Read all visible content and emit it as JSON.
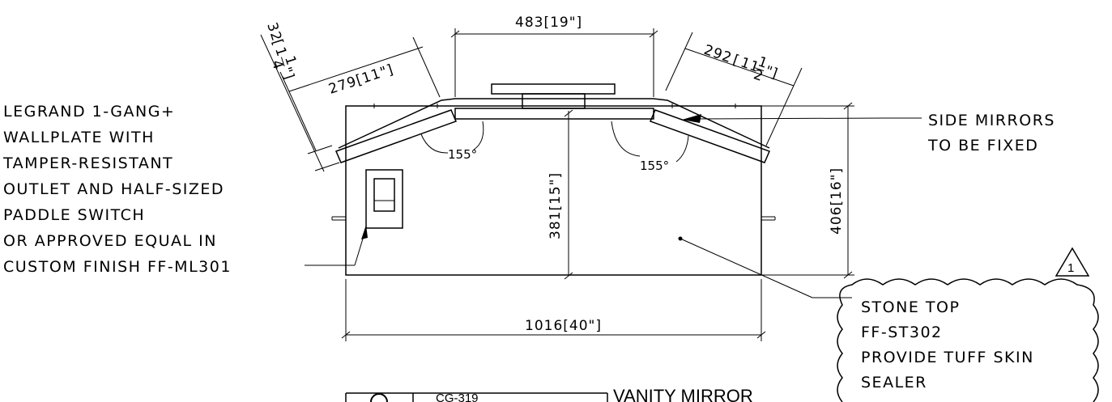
{
  "dimensions": {
    "top_width": "483[19\"]",
    "left_mirror": "279[11\"]",
    "right_mirror_mm": "292",
    "right_mirror_whole": "11",
    "right_mirror_num": "1",
    "right_mirror_den": "2",
    "right_mirror_unit": "\"",
    "edge_mm": "32",
    "edge_whole": "1",
    "edge_num": "1",
    "edge_den": "4",
    "edge_unit": "\"",
    "inner_depth": "381[15\"]",
    "total_depth": "406[16\"]",
    "total_width": "1016[40\"]",
    "angle_left": "155°",
    "angle_right": "155°"
  },
  "notes": {
    "outlet": [
      "LEGRAND 1-GANG+",
      "WALLPLATE WITH",
      "TAMPER-RESISTANT",
      "OUTLET AND HALF-SIZED",
      "PADDLE SWITCH",
      "OR APPROVED EQUAL IN",
      "CUSTOM FINISH FF-ML301"
    ],
    "mirrors": [
      "SIDE MIRRORS",
      "TO BE FIXED"
    ],
    "stone": [
      "STONE TOP",
      "FF-ST302",
      "PROVIDE TUFF SKIN",
      "SEALER"
    ]
  },
  "revision": {
    "number": "1"
  },
  "title_block": {
    "sheet": "CG-319",
    "title": "VANITY MIRROR"
  }
}
